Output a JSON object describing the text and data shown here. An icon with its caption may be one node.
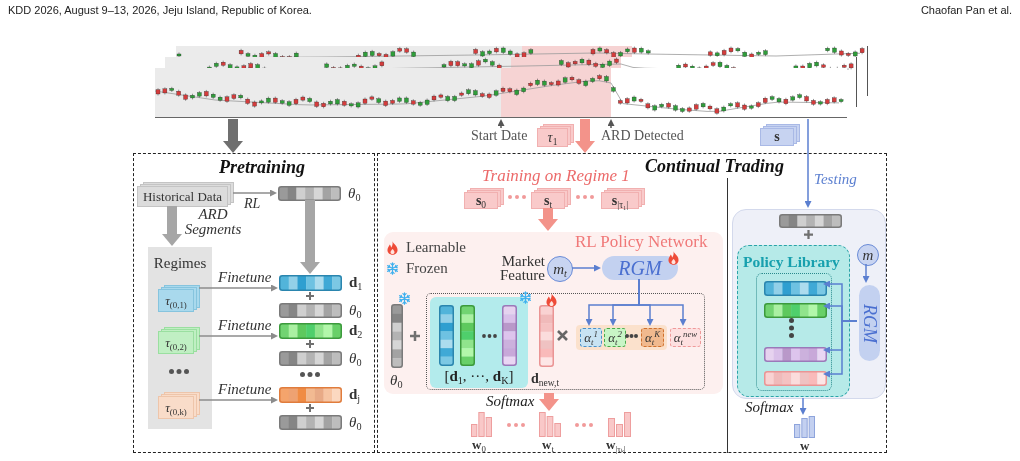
{
  "diagram": {
    "nodes": [
      {
        "text": [],
        "shape": "picture"
      },
      {
        "text": [
          "Start Date"
        ]
      },
      {
        "text": [
          "*τ*$_{1}$"
        ]
      },
      {
        "text": [
          "ARD Detected"
        ]
      },
      {
        "text": [
          "s"
        ]
      },
      {
        "text": [
          "Pretraining"
        ]
      },
      {
        "text": [
          "Historical Data"
        ],
        "in": 5
      },
      {
        "text": [],
        "shape": "bar",
        "in": 5,
        "beside": [
          "*θ*$_{0}$"
        ]
      },
      {
        "text": [
          "Regimes"
        ],
        "in": 5
      },
      {
        "text": [
          "*τ*$_{(0,1)}$"
        ],
        "in": 8
      },
      {
        "text": [
          "*τ*$_{(0,2)}$"
        ],
        "in": 8
      },
      {
        "text": [
          "*τ*$_{(0,k)}$"
        ],
        "in": 8
      },
      {
        "text": [],
        "shape": "bar",
        "in": 5,
        "beside": [
          "**d**$_{1}$"
        ]
      },
      {
        "text": [],
        "shape": "bar",
        "in": 5,
        "beside": [
          "*θ*$_{0}$"
        ]
      },
      {
        "text": [],
        "shape": "bar",
        "in": 5,
        "beside": [
          "**d**$_{2}$"
        ]
      },
      {
        "text": [],
        "shape": "bar",
        "in": 5,
        "beside": [
          "*θ*$_{0}$"
        ]
      },
      {
        "text": [],
        "shape": "bar",
        "in": 5,
        "beside": [
          "**d**$_{j}$"
        ]
      },
      {
        "text": [],
        "shape": "bar",
        "in": 5,
        "beside": [
          "*θ*$_{0}$"
        ]
      },
      {
        "text": [
          "Continual Trading"
        ]
      },
      {
        "text": [
          "**s**$_{0}$"
        ],
        "in": 18
      },
      {
        "text": [
          "**s**$_{t}$"
        ],
        "in": 18
      },
      {
        "text": [
          "**s**$_{|τ₁|}$"
        ],
        "in": 18
      },
      {
        "text": [
          "RL Policy Network"
        ],
        "in": 18
      },
      {
        "text": [
          "m$_{t}$"
        ],
        "in": 22,
        "beside": [
          "Market Feature"
        ]
      },
      {
        "text": [
          "RGM"
        ],
        "in": 22
      },
      {
        "text": [],
        "shape": "bar",
        "in": 22,
        "beside": [
          "*θ*$_{0}$"
        ]
      },
      {
        "text": [],
        "shape": "box",
        "in": 22
      },
      {
        "text": [
          "[**d**$_{1}$, ···, **d**$_{K}$]"
        ],
        "in": 26
      },
      {
        "text": [],
        "shape": "bar",
        "in": 26,
        "beside": [
          "**d**$_{new,t}$"
        ]
      },
      {
        "text": [],
        "shape": "box",
        "in": 26
      },
      {
        "text": [
          "α$_{t}$$^{1}$"
        ],
        "in": 29
      },
      {
        "text": [
          "α$_{t}$$^{2}$"
        ],
        "in": 29
      },
      {
        "text": [
          "α$_{t}$$^{K}$"
        ],
        "in": 29
      },
      {
        "text": [
          "α$_{t}$$^{new}$"
        ],
        "in": 26
      },
      {
        "text": [],
        "shape": "chart",
        "in": 18,
        "beside": [
          "**w**$_{0}$"
        ]
      },
      {
        "text": [],
        "shape": "chart",
        "in": 18,
        "beside": [
          "**w**$_{t}$"
        ]
      },
      {
        "text": [],
        "shape": "chart",
        "in": 18,
        "beside": [
          "**w**$_{|τₖ|}$"
        ]
      },
      {
        "text": [],
        "shape": "box",
        "in": 18
      },
      {
        "text": [],
        "shape": "bar",
        "in": 37
      },
      {
        "text": [
          "Policy Library"
        ],
        "in": 37
      },
      {
        "text": [],
        "shape": "box",
        "in": 39
      },
      {
        "text": [],
        "shape": "bar",
        "in": 40
      },
      {
        "text": [],
        "shape": "bar",
        "in": 40
      },
      {
        "text": [],
        "shape": "bar",
        "in": 40
      },
      {
        "text": [],
        "shape": "bar",
        "in": 40
      },
      {
        "text": [
          "m"
        ],
        "in": 37
      },
      {
        "text": [
          "RGM"
        ],
        "in": 37
      },
      {
        "text": [],
        "shape": "chart",
        "in": 18,
        "beside": [
          "w"
        ]
      }
    ],
    "edges": [
      {
        "from": 0,
        "to": 5,
        "arrow": "to",
        "style": "thick",
        "color": "#6f6f6f"
      },
      {
        "from": 0,
        "to": 18,
        "arrow": "to",
        "style": "thick",
        "color": "#f3938a"
      },
      {
        "from": 1,
        "to": 0,
        "arrow": "to",
        "color": "#555555"
      },
      {
        "from": 3,
        "to": 0,
        "arrow": "to",
        "color": "#555555"
      },
      {
        "from": 0,
        "to": 37,
        "arrow": "to",
        "label": "Testing"
      },
      {
        "from": 6,
        "to": 7,
        "arrow": "to",
        "label": "RL",
        "color": "#8c8c8c"
      },
      {
        "from": 6,
        "to": 8,
        "arrow": "to",
        "label": "ARD Segments",
        "style": "thick",
        "color": "#a6a6a6"
      },
      {
        "from": 7,
        "to": 12,
        "arrow": "to",
        "style": "thick",
        "color": "#a6a6a6"
      },
      {
        "from": 9,
        "to": 12,
        "arrow": "to",
        "label": "Finetune",
        "color": "#8c8c8c"
      },
      {
        "from": 10,
        "to": 14,
        "arrow": "to",
        "label": "Finetune",
        "color": "#8c8c8c"
      },
      {
        "from": 11,
        "to": 16,
        "arrow": "to",
        "label": "Finetune",
        "color": "#8c8c8c"
      },
      {
        "from": 20,
        "to": 22,
        "arrow": "to",
        "style": "thick",
        "color": "#f3938a"
      },
      {
        "from": 23,
        "to": 24,
        "arrow": "to"
      },
      {
        "from": 24,
        "to": 30,
        "arrow": "to"
      },
      {
        "from": 24,
        "to": 31,
        "arrow": "to"
      },
      {
        "from": 24,
        "to": 32,
        "arrow": "to"
      },
      {
        "from": 24,
        "to": 33,
        "arrow": "to"
      },
      {
        "from": 22,
        "to": 35,
        "arrow": "to",
        "label": "Softmax",
        "style": "thick",
        "color": "#f3938a"
      },
      {
        "from": 45,
        "to": 46,
        "arrow": "to"
      },
      {
        "from": 46,
        "to": 41,
        "arrow": "to"
      },
      {
        "from": 46,
        "to": 42,
        "arrow": "to"
      },
      {
        "from": 46,
        "to": 43,
        "arrow": "to"
      },
      {
        "from": 46,
        "to": 44,
        "arrow": "to"
      },
      {
        "from": 37,
        "to": 47,
        "arrow": "to",
        "label": "Softmax"
      }
    ],
    "labels": [
      "KDD 2026, August 9–13, 2026, Jeju Island, Republic of Korea.",
      "Chaofan Pan et al.",
      "Training on Regime 1"
    ],
    "legend": [
      {
        "text": "Learnable"
      },
      {
        "text": "Frozen"
      }
    ]
  }
}
